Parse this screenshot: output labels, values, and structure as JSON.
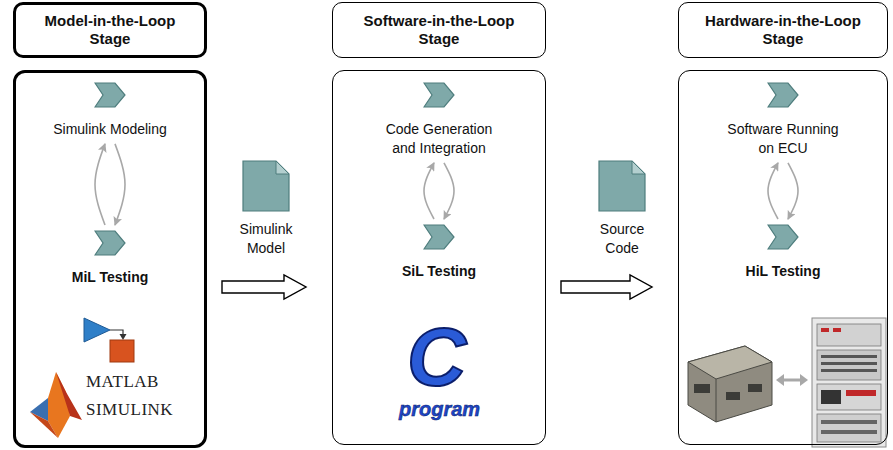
{
  "diagram": {
    "nodes": [
      {
        "text": [
          "Model-in-the-Loop Stage"
        ]
      },
      {
        "text": [
          "Simulink Modeling"
        ],
        "in": 0
      },
      {
        "text": [
          "MiL Testing"
        ],
        "in": 0
      },
      {
        "text": [
          "Simulink Model"
        ]
      },
      {
        "text": [
          "Software-in-the-Loop Stage"
        ]
      },
      {
        "text": [
          "Code Generation and Integration"
        ],
        "in": 4
      },
      {
        "text": [
          "SiL Testing"
        ],
        "in": 4
      },
      {
        "text": [
          "Source Code"
        ]
      },
      {
        "text": [
          "Hardware-in-the-Loop Stage"
        ]
      },
      {
        "text": [
          "Software Running on ECU"
        ],
        "in": 8
      },
      {
        "text": [
          "HiL Testing"
        ],
        "in": 8
      }
    ],
    "edges": [
      {
        "from": 1,
        "to": 2,
        "arrow": "to"
      },
      {
        "from": 2,
        "to": 1,
        "arrow": "to"
      },
      {
        "from": 0,
        "to": 4,
        "arrow": "to"
      },
      {
        "from": 5,
        "to": 6,
        "arrow": "to"
      },
      {
        "from": 6,
        "to": 5,
        "arrow": "to"
      },
      {
        "from": 4,
        "to": 8,
        "arrow": "to"
      },
      {
        "from": 9,
        "to": 10,
        "arrow": "to"
      },
      {
        "from": 10,
        "to": 9,
        "arrow": "to"
      }
    ],
    "labels": [
      "MATLAB",
      "SIMULINK",
      "C",
      "program"
    ]
  }
}
